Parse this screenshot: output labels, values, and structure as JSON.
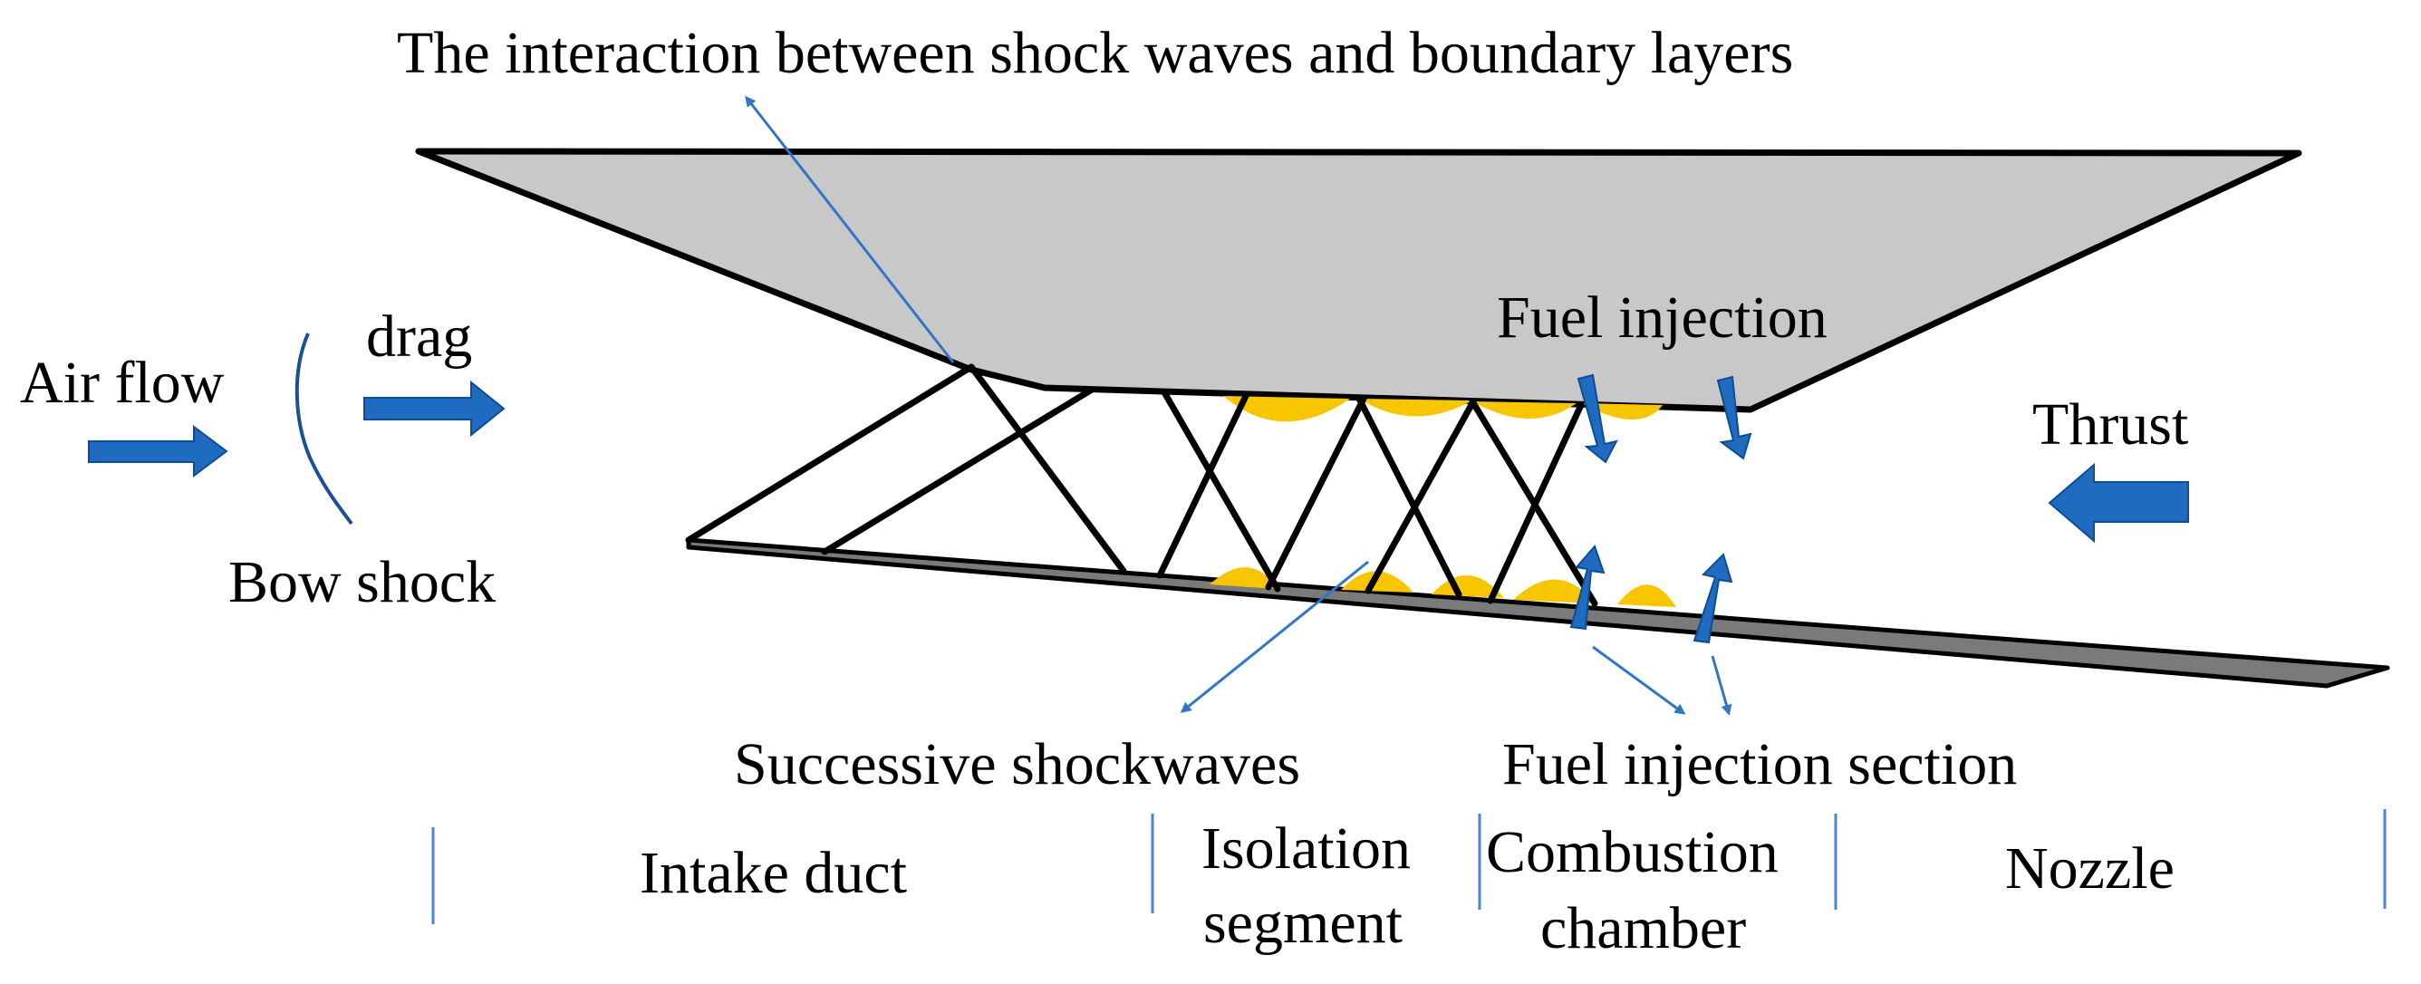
{
  "labels": {
    "interaction": "The interaction between shock waves and boundary layers",
    "drag": "drag",
    "air_flow": "Air flow",
    "fuel_injection": "Fuel injection",
    "thrust": "Thrust",
    "bow_shock": "Bow shock",
    "successive_shockwaves": "Successive shockwaves",
    "fuel_injection_section": "Fuel injection section"
  },
  "sections": {
    "intake_duct": "Intake duct",
    "isolation_line1": "Isolation",
    "isolation_line2": "segment",
    "combustion_line1": "Combustion",
    "combustion_line2": "chamber",
    "nozzle": "Nozzle"
  },
  "colors": {
    "upper_body": "#c8c8c8",
    "lower_ramp": "#7a7a7a",
    "arrow_blue": "#1f6bbf",
    "leader_blue": "#2f76c8",
    "flame_yellow": "#f7c600",
    "outline": "#000000"
  }
}
